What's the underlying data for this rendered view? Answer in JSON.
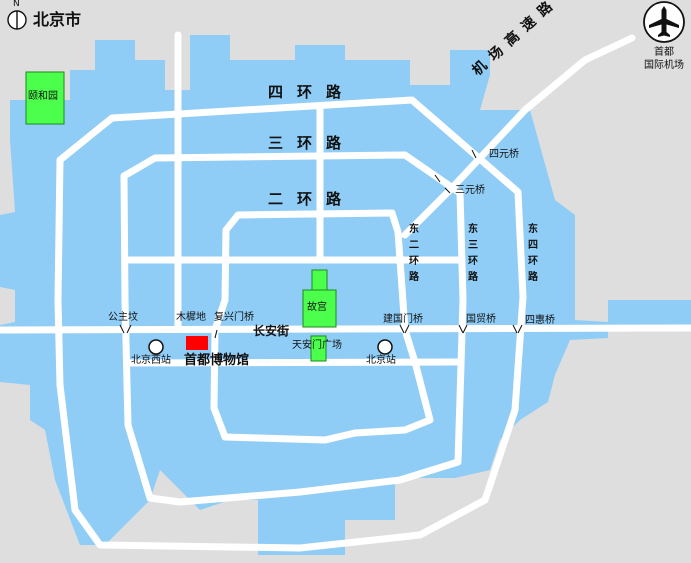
{
  "map": {
    "title": "北京市",
    "compass_letter": "N",
    "airport_label": "首都国际机场",
    "airport_lines": [
      "首都",
      "国际机场"
    ],
    "airport_icon": "airplane-icon",
    "colors": {
      "background": "#dedede",
      "urban_area": "#8fcdf7",
      "road": "#ffffff",
      "landmark_green": "#4cff4c",
      "museum_red": "#ff0000"
    },
    "ring_roads": {
      "fourth": "四环路",
      "third": "三环路",
      "second": "二环路",
      "east_second": "东二环路",
      "east_third": "东三环路",
      "east_fourth": "东四环路"
    },
    "expressway": "机场高速路",
    "street": "长安街",
    "bridges": {
      "siyuan": "四元桥",
      "sanyuan": "三元桥",
      "gongzhufen": "公主坟",
      "muxidi": "木樨地",
      "fuxingmen": "复兴门桥",
      "jianguomen": "建国门桥",
      "guomao": "国贸桥",
      "sihui": "四惠桥"
    },
    "parks": {
      "summer_palace": "颐和园",
      "forbidden_city": "故宫",
      "tiananmen": "天安门广场"
    },
    "stations": {
      "west": "北京西站",
      "main": "北京站"
    },
    "museum": "首都博物馆"
  }
}
